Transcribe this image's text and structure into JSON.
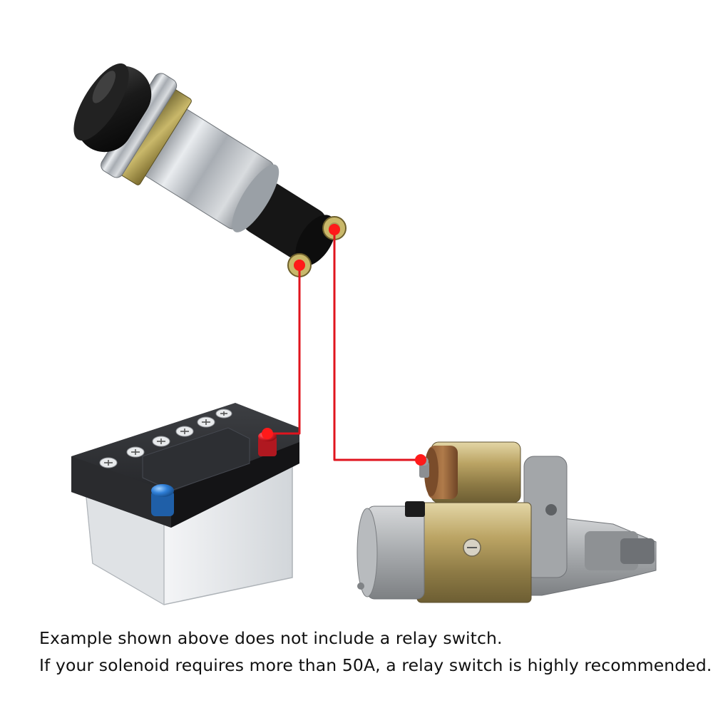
{
  "caption": {
    "line1": "Example shown above does not include a relay switch.",
    "line2": "If your solenoid requires more than 50A, a relay switch is highly recommended."
  },
  "colors": {
    "wire": "#e0141e",
    "terminal_dot": "#ff1a1a",
    "battery_positive_cap": "#e8232f",
    "battery_negative_cap": "#2f7fd8",
    "button_cap": "#1b1b1b",
    "button_body": "#b8bcc0",
    "starter_body": "#b9a36a"
  },
  "components": [
    {
      "name": "push-button-switch"
    },
    {
      "name": "battery"
    },
    {
      "name": "starter-motor"
    }
  ]
}
